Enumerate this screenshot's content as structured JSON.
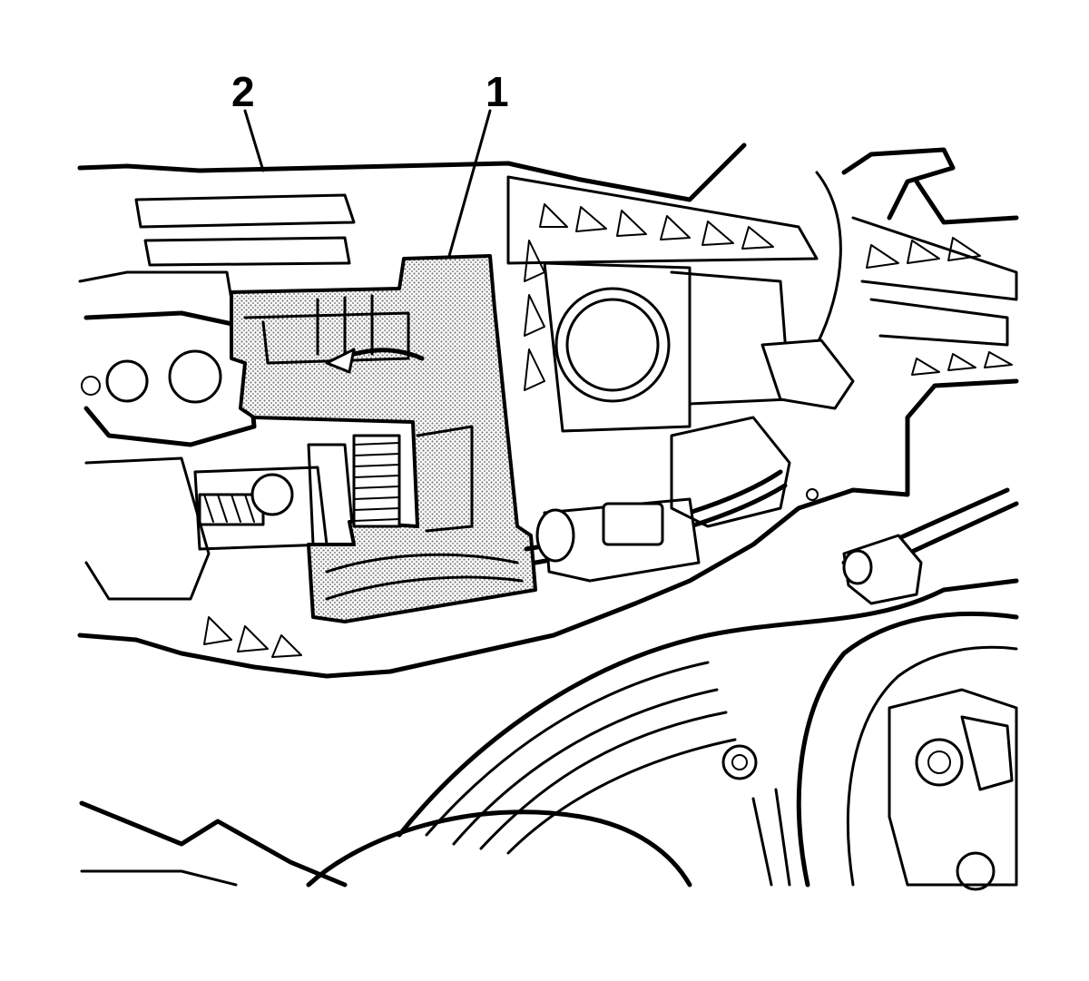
{
  "callouts": [
    {
      "id": "1",
      "label": "1"
    },
    {
      "id": "2",
      "label": "2"
    }
  ],
  "colors": {
    "ink": "#000000",
    "paper": "#ffffff",
    "shade": "#9a9a9a"
  }
}
